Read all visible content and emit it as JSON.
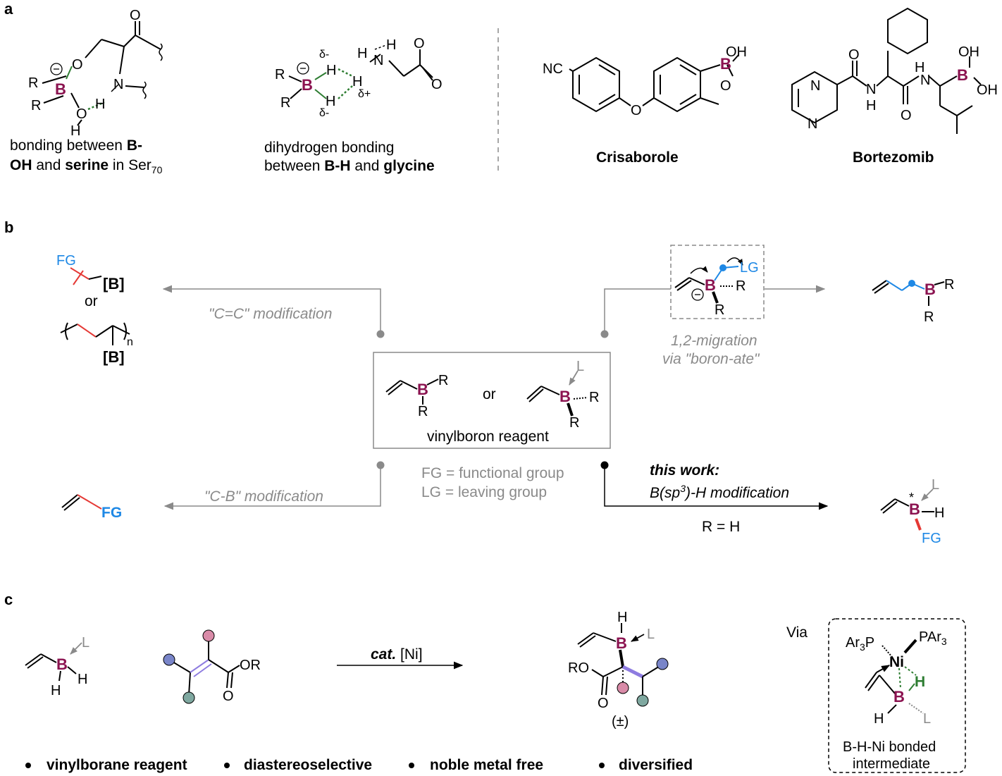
{
  "colors": {
    "boron": "#8B1350",
    "blue": "#1E88E5",
    "red": "#E53935",
    "green": "#2E7D32",
    "gray": "#8a8a8a",
    "lavender": "#8E7CE0",
    "dot_navy": "#7985C9",
    "dot_pink": "#D98BA8",
    "dot_teal": "#7FA8A0"
  },
  "panel_a": {
    "label": "a",
    "m1": {
      "line1_pre": "bonding between ",
      "line1_bold": "B-",
      "line2_bold1": "OH",
      "line2_mid": " and ",
      "line2_bold2": "serine",
      "line2_post": " in Ser",
      "sub": "70"
    },
    "m2": {
      "line1": "dihydrogen bonding",
      "line2_pre": "between ",
      "line2_bold1": "B-H",
      "line2_mid": " and ",
      "line2_bold2": "glycine"
    },
    "crisaborole": "Crisaborole",
    "bortezomib": "Bortezomib",
    "atoms": {
      "R": "R",
      "B": "B",
      "O": "O",
      "N": "N",
      "H": "H",
      "OH": "OH",
      "NC": "NC",
      "delta_minus": "δ-",
      "delta_plus": "δ+",
      "minus": "−"
    }
  },
  "panel_b": {
    "label": "b",
    "cc_mod": "\"C=C\" modification",
    "cb_mod": "\"C-B\" modification",
    "migration1": "1,2-migration",
    "migration2": "via \"boron-ate\"",
    "center_label": "vinylboron reagent",
    "or": "or",
    "fg_def": "FG = functional group",
    "lg_def": "LG = leaving group",
    "this_work": "this work:",
    "bsp3_pre": "B(sp",
    "bsp3_sup": "3",
    "bsp3_post": ")-H modification",
    "r_eq": "R = H",
    "FG": "FG",
    "LG": "LG",
    "boxB": "[B]",
    "n": "n",
    "L": "L",
    "star": "*"
  },
  "panel_c": {
    "label": "c",
    "cat_bold": "cat.",
    "cat_rest": " [Ni]",
    "pm": "(±)",
    "via": "Via",
    "ar3p": "Ar",
    "ar3p_sub": "3",
    "ar3p_p": "P",
    "par3": "PAr",
    "par3_sub": "3",
    "ni": "Ni",
    "int1": "B-H-Ni bonded",
    "int2": "intermediate",
    "RO": "RO",
    "OR": "OR",
    "bullets": [
      "vinylborane reagent",
      "diastereoselective",
      "noble metal free",
      "diversified"
    ]
  }
}
